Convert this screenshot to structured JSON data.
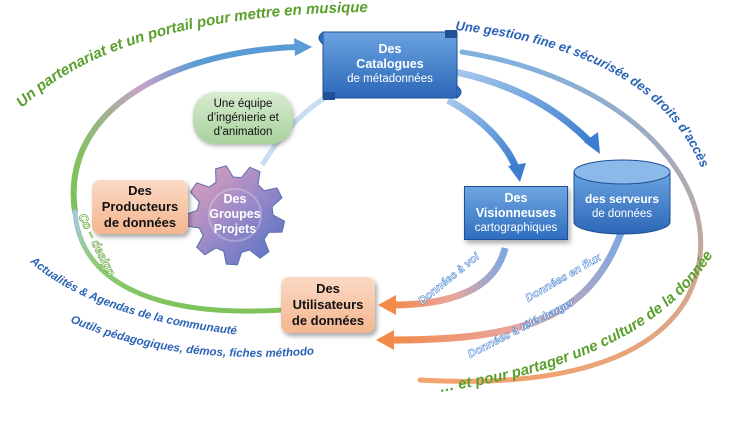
{
  "nodes": {
    "catalogues": {
      "line1": "Des",
      "line2": "Catalogues",
      "line3": "de métadonnées"
    },
    "equipe": {
      "line1": "Une équipe",
      "line2": "d’ingénierie et",
      "line3": "d’animation"
    },
    "producteurs": {
      "line1": "Des",
      "line2": "Producteurs",
      "line3": "de données"
    },
    "groupes": {
      "line1": "Des",
      "line2": "Groupes",
      "line3": "Projets"
    },
    "visionneuses": {
      "line1": "Des",
      "line2": "Visionneuses",
      "line3": "cartographiques"
    },
    "serveurs": {
      "line1": "des serveurs",
      "line2": "de données"
    },
    "utilisateurs": {
      "line1": "Des",
      "line2": "Utilisateurs",
      "line3": "de données"
    }
  },
  "arc_texts": {
    "partenariat": "Un partenariat et un portail pour mettre en musique…",
    "gestion": "Une gestion fine et sécurisée des droits d’accès",
    "partager": "… et pour partager une culture de la donnée",
    "codesign": "Co – design",
    "actualites": "Actualités & Agendas de la communauté",
    "outils": "Outils pédagogiques, démos, fiches méthodo"
  },
  "arrow_labels": {
    "voir": "Données à voir",
    "flux": "Données en flux",
    "telecharger": "Données à télécharger"
  },
  "colors": {
    "green_text": "#5aa02c",
    "blue_text": "#2b63b6",
    "white_label": "#ffffff",
    "orange_arrow": "#f28a4a",
    "blue_arrow": "#5b9bd5"
  }
}
